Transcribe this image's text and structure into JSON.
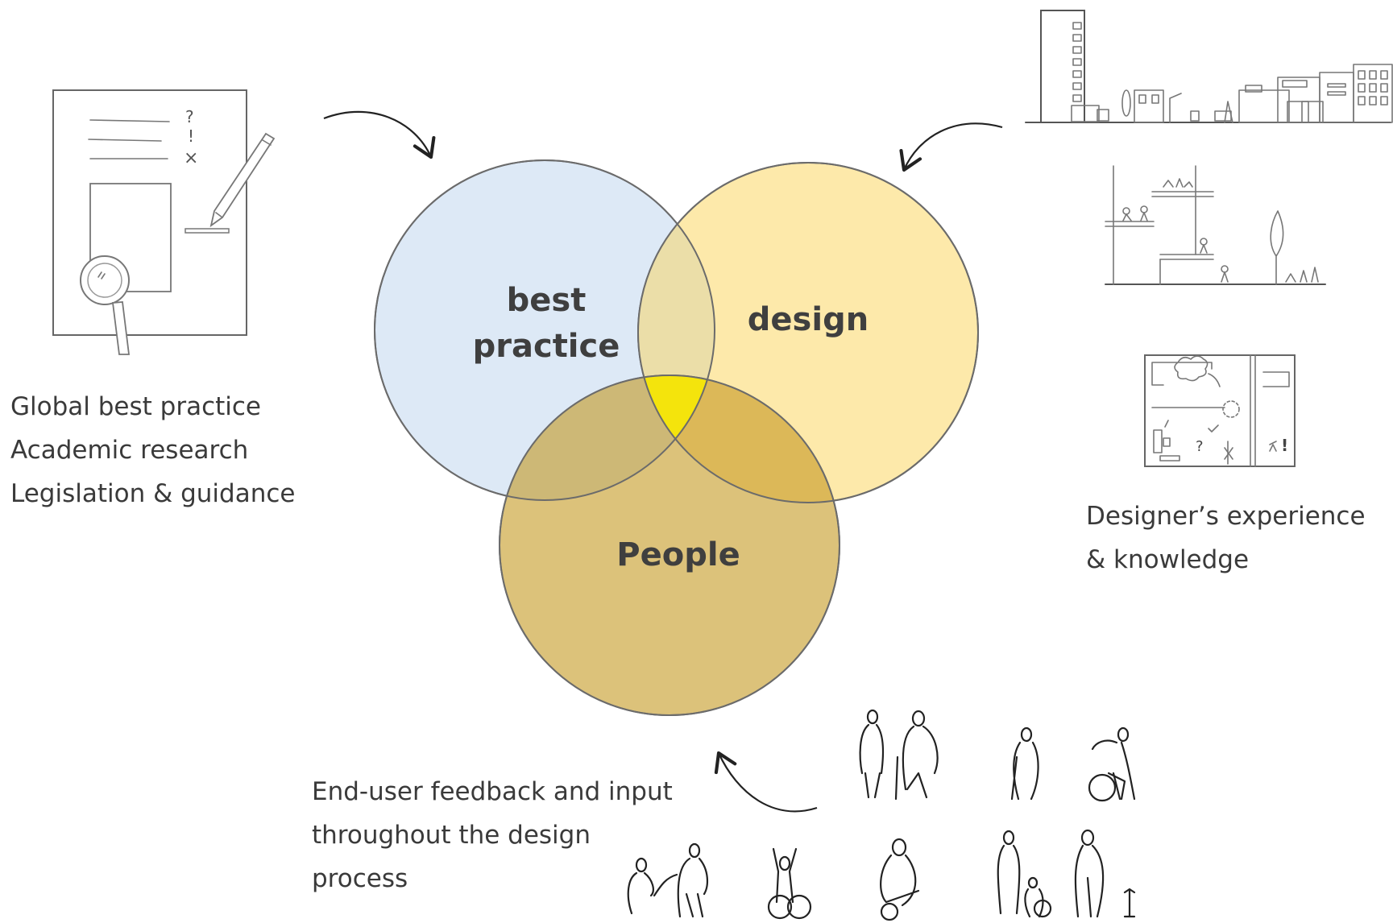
{
  "venn": {
    "best_practice": {
      "line1": "best",
      "line2": "practice",
      "color": "#dde9f6"
    },
    "design": {
      "label": "design",
      "color": "#fde9aa"
    },
    "people": {
      "label": "People",
      "color": "#dcc27a"
    },
    "center_color": "#f4e40c"
  },
  "captions": {
    "left": [
      "Global best practice",
      "Academic research",
      "Legislation & guidance"
    ],
    "right": [
      "Designer’s experience",
      "& knowledge"
    ],
    "bottom": [
      "End-user feedback and input",
      "throughout the design",
      "process"
    ]
  },
  "illustration_marks": {
    "question": "?",
    "exclaim": "!",
    "cross": "×"
  }
}
